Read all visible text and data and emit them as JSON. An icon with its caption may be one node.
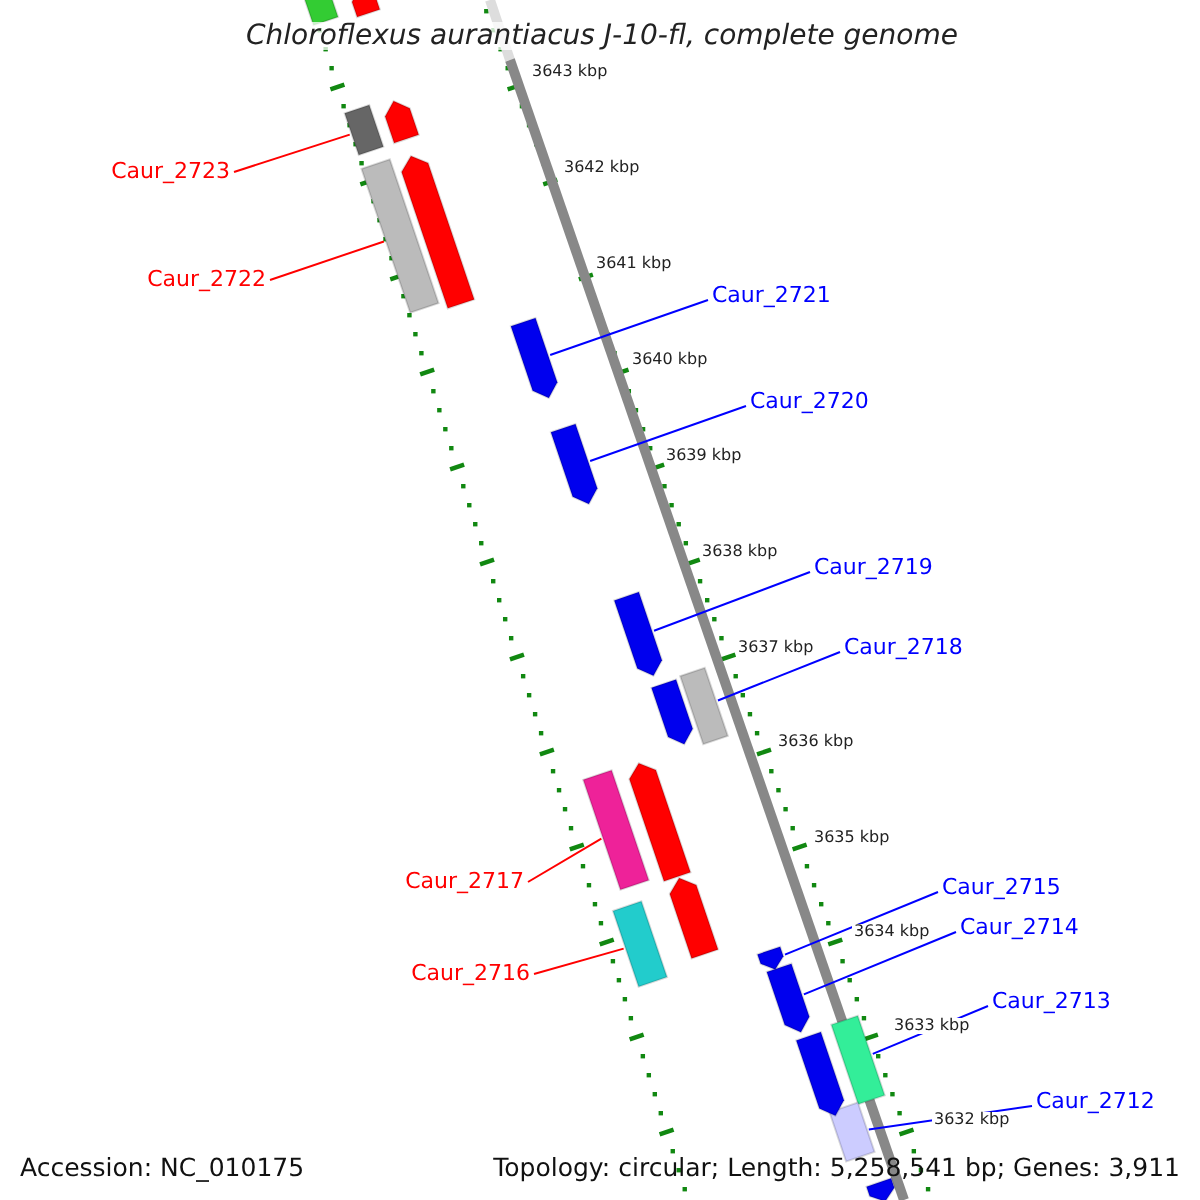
{
  "diagram": {
    "title": "Chloroflexus aurantiacus J-10-fl, complete genome",
    "nodes": [
      {
        "text": [
          "Caur_2723"
        ]
      },
      {
        "text": [],
        "shape": "box"
      },
      {
        "text": [
          "Caur_2722"
        ]
      },
      {
        "text": [],
        "shape": "box"
      },
      {
        "text": [
          "Caur_2721"
        ]
      },
      {
        "text": [],
        "shape": "arrow"
      },
      {
        "text": [
          "Caur_2720"
        ]
      },
      {
        "text": [],
        "shape": "arrow"
      },
      {
        "text": [
          "Caur_2719"
        ]
      },
      {
        "text": [],
        "shape": "arrow"
      },
      {
        "text": [
          "Caur_2718"
        ]
      },
      {
        "text": [],
        "shape": "box"
      },
      {
        "text": [
          "Caur_2717"
        ]
      },
      {
        "text": [],
        "shape": "box"
      },
      {
        "text": [
          "Caur_2716"
        ]
      },
      {
        "text": [],
        "shape": "box"
      },
      {
        "text": [
          "Caur_2715"
        ]
      },
      {
        "text": [],
        "shape": "arrow"
      },
      {
        "text": [
          "Caur_2714"
        ]
      },
      {
        "text": [],
        "shape": "arrow"
      },
      {
        "text": [
          "Caur_2713"
        ]
      },
      {
        "text": [],
        "shape": "box"
      },
      {
        "text": [
          "Caur_2712"
        ]
      },
      {
        "text": [],
        "shape": "box"
      },
      {
        "text": [],
        "shape": "box"
      },
      {
        "text": [],
        "shape": "arrow"
      },
      {
        "text": [],
        "shape": "arrow"
      },
      {
        "text": [],
        "shape": "arrow"
      },
      {
        "text": [],
        "shape": "arrow"
      },
      {
        "text": [],
        "shape": "arrow"
      },
      {
        "text": [],
        "shape": "arrow"
      },
      {
        "text": [],
        "shape": "arrow"
      },
      {
        "text": [],
        "shape": "arrow"
      }
    ],
    "edges": [
      {
        "from": 0,
        "to": 1,
        "arrow": "none",
        "color": "#ff0000"
      },
      {
        "from": 2,
        "to": 3,
        "arrow": "none",
        "color": "#ff0000"
      },
      {
        "from": 4,
        "to": 5,
        "arrow": "none"
      },
      {
        "from": 6,
        "to": 7,
        "arrow": "none"
      },
      {
        "from": 8,
        "to": 9,
        "arrow": "none"
      },
      {
        "from": 10,
        "to": 11,
        "arrow": "none"
      },
      {
        "from": 12,
        "to": 13,
        "arrow": "none",
        "color": "#ff0000"
      },
      {
        "from": 14,
        "to": 15,
        "arrow": "none",
        "color": "#ff0000"
      },
      {
        "from": 16,
        "to": 17,
        "arrow": "none"
      },
      {
        "from": 18,
        "to": 19,
        "arrow": "none"
      },
      {
        "from": 20,
        "to": 21,
        "arrow": "none"
      },
      {
        "from": 22,
        "to": 23,
        "arrow": "none"
      }
    ],
    "labels": [
      "3643 kbp",
      "3642 kbp",
      "3641 kbp",
      "3640 kbp",
      "3639 kbp",
      "3638 kbp",
      "3637 kbp",
      "3636 kbp",
      "3635 kbp",
      "3634 kbp",
      "3633 kbp",
      "3632 kbp",
      "Accession: NC_010175",
      "Topology: circular; Length: 5,258,541 bp; Genes: 3,911"
    ]
  }
}
